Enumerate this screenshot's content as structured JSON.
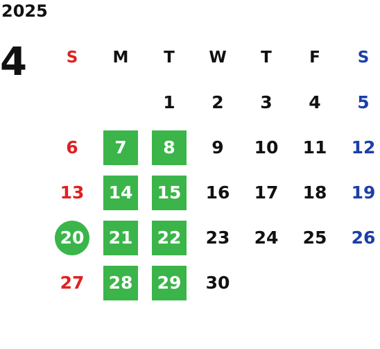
{
  "header": {
    "year": "2025",
    "month": "4"
  },
  "colors": {
    "sunday": "#e02020",
    "saturday": "#1c3fa8",
    "weekday": "#111111",
    "highlight": "#3bb54a",
    "highlight_text": "#ffffff"
  },
  "weekdays": [
    "S",
    "M",
    "T",
    "W",
    "T",
    "F",
    "S"
  ],
  "calendar": {
    "first_weekday": 2,
    "days_in_month": 30,
    "marked_days": [
      7,
      8,
      14,
      15,
      21,
      22,
      28,
      29
    ],
    "today": 20
  }
}
